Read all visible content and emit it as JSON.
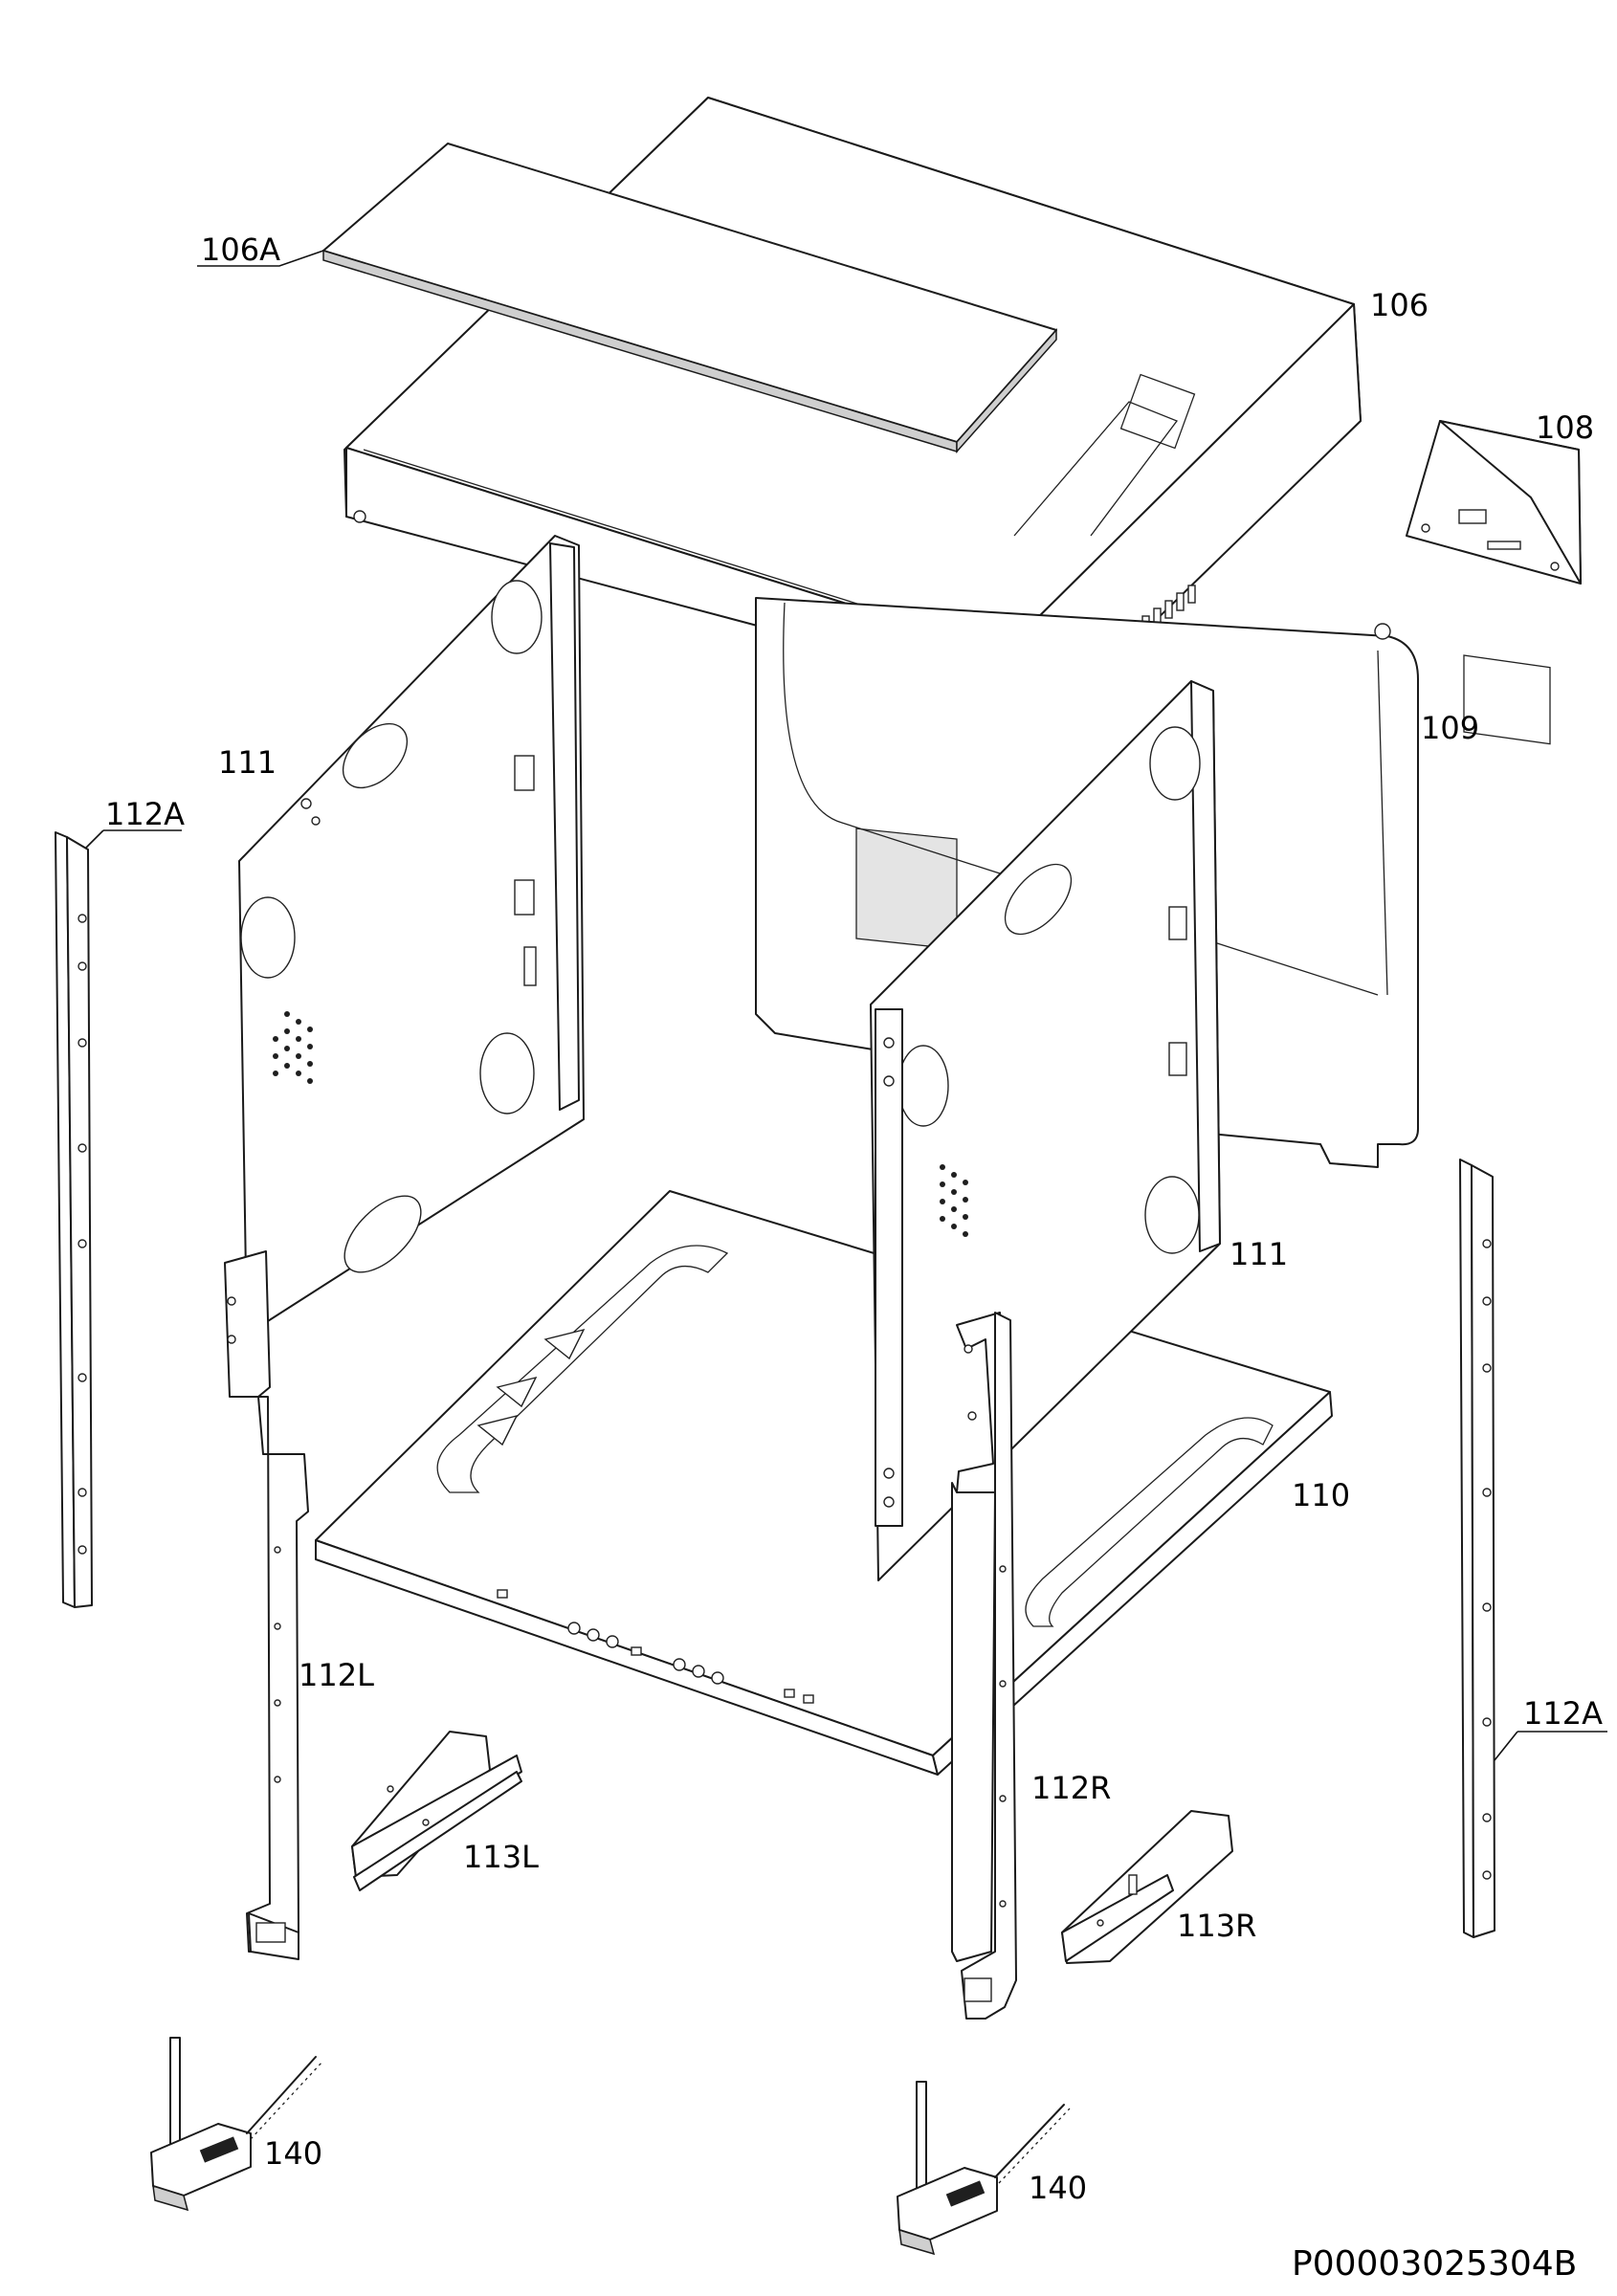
{
  "labels": {
    "l106A": "106A",
    "l106": "106",
    "l108": "108",
    "l109": "109",
    "l111a": "111",
    "l111b": "111",
    "l112Aa": "112A",
    "l112Ab": "112A",
    "l110": "110",
    "l112L": "112L",
    "l112R": "112R",
    "l113L": "113L",
    "l113R": "113R",
    "l140a": "140",
    "l140b": "140"
  },
  "drawing_code": "P00003025304B"
}
